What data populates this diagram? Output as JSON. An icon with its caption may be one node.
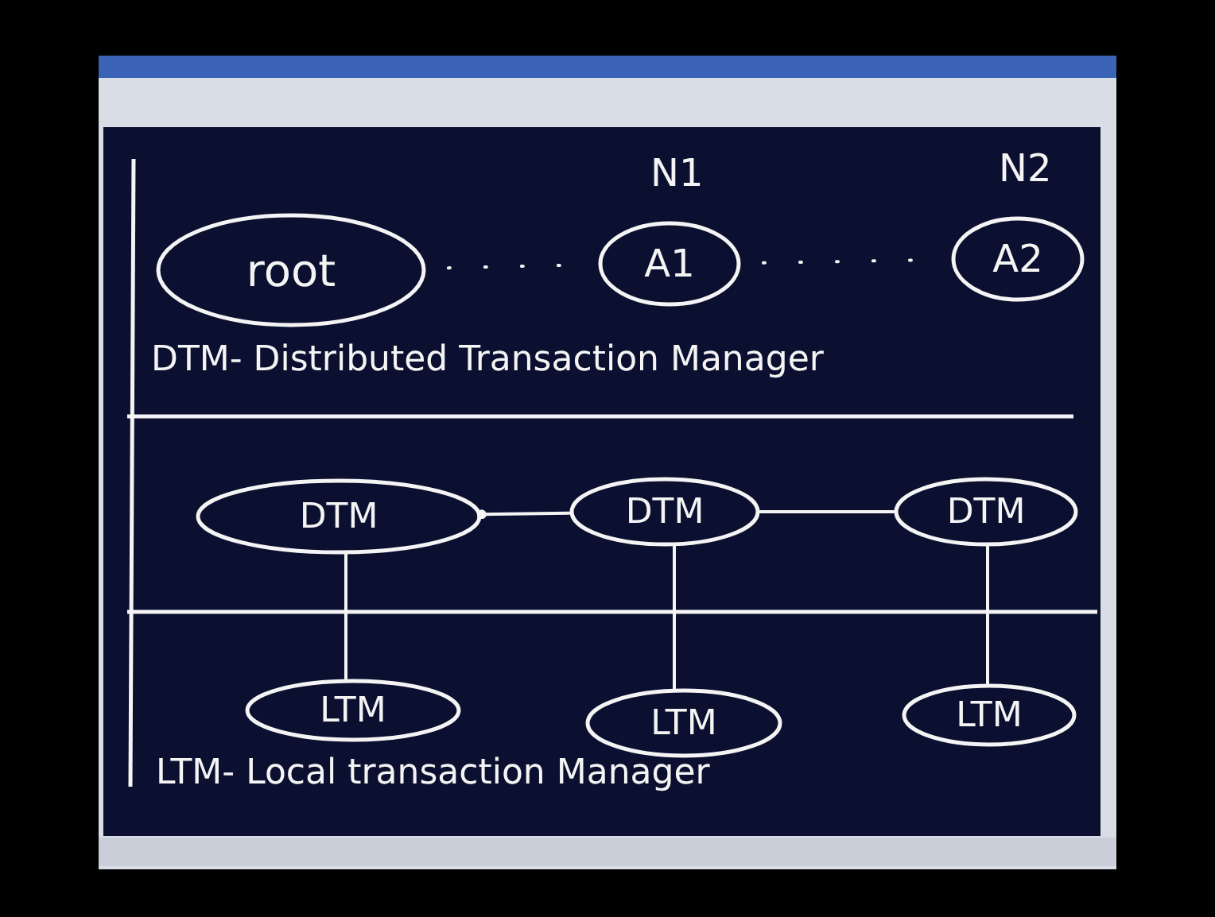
{
  "diagram": {
    "nodes": [
      {
        "text": [
          "root"
        ]
      },
      {
        "text": [
          "A1"
        ],
        "beside": [
          "N1"
        ]
      },
      {
        "text": [
          "A2"
        ],
        "beside": [
          "N2"
        ]
      },
      {
        "text": [
          "DTM"
        ]
      },
      {
        "text": [
          "DTM"
        ]
      },
      {
        "text": [
          "DTM"
        ]
      },
      {
        "text": [
          "LTM"
        ]
      },
      {
        "text": [
          "LTM"
        ]
      },
      {
        "text": [
          "LTM"
        ]
      }
    ],
    "edges": [
      {
        "from": 0,
        "to": 1,
        "arrow": "none",
        "style": "dashed"
      },
      {
        "from": 1,
        "to": 2,
        "arrow": "none",
        "style": "dashed"
      },
      {
        "from": 3,
        "to": 4,
        "arrow": "other"
      },
      {
        "from": 4,
        "to": 5,
        "arrow": "none"
      },
      {
        "from": 3,
        "to": 6,
        "arrow": "none"
      },
      {
        "from": 4,
        "to": 7,
        "arrow": "none"
      },
      {
        "from": 5,
        "to": 8,
        "arrow": "none"
      }
    ],
    "labels": [
      "DTM- Distributed Transaction Manager",
      "LTM- Local transaction Manager"
    ]
  }
}
